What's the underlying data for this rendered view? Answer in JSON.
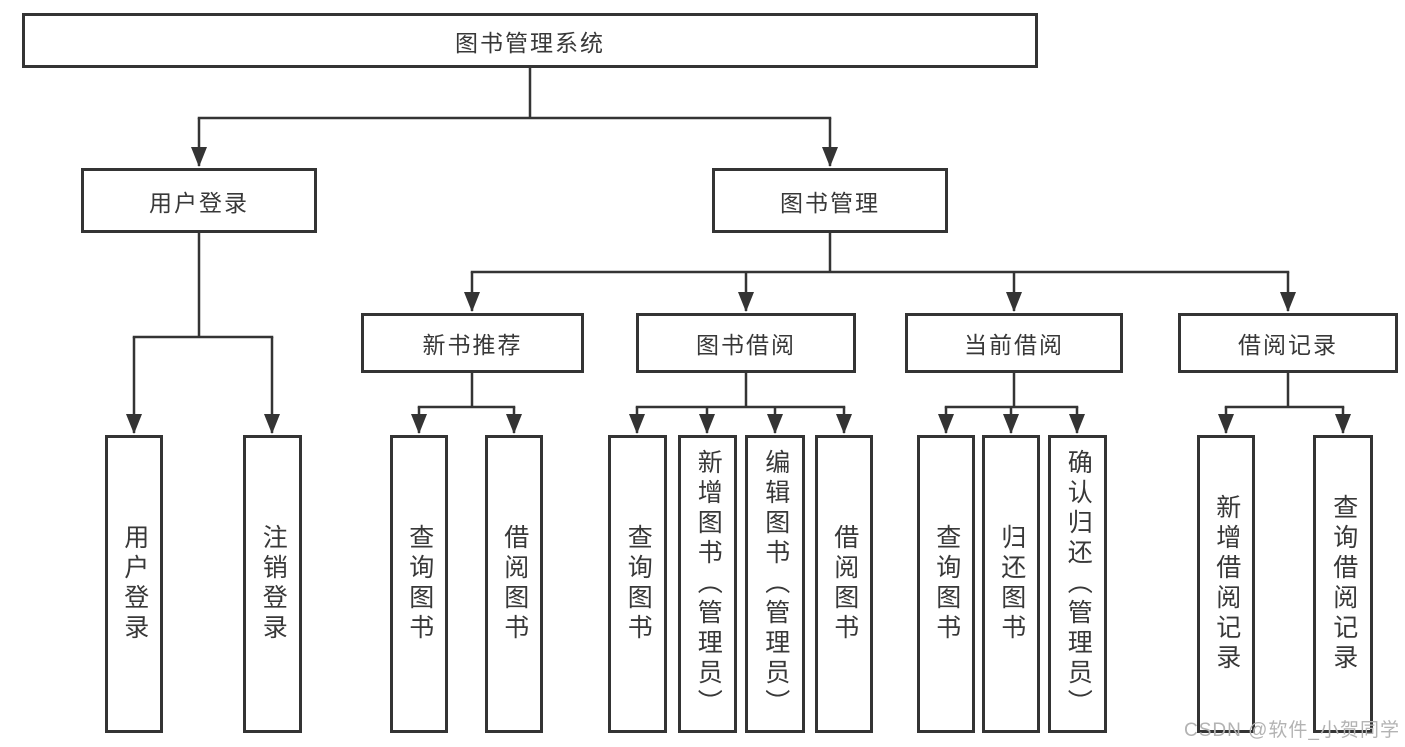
{
  "diagram_type": "hierarchy-tree",
  "tree": {
    "label": "图书管理系统",
    "children": [
      {
        "label": "用户登录",
        "children": [
          {
            "label": "用户登录"
          },
          {
            "label": "注销登录"
          }
        ]
      },
      {
        "label": "图书管理",
        "children": [
          {
            "label": "新书推荐",
            "children": [
              {
                "label": "查询图书"
              },
              {
                "label": "借阅图书"
              }
            ]
          },
          {
            "label": "图书借阅",
            "children": [
              {
                "label": "查询图书"
              },
              {
                "label": "新增图书（管理员）"
              },
              {
                "label": "编辑图书（管理员）"
              },
              {
                "label": "借阅图书"
              }
            ]
          },
          {
            "label": "当前借阅",
            "children": [
              {
                "label": "查询图书"
              },
              {
                "label": "归还图书"
              },
              {
                "label": "确认归还（管理员）"
              }
            ]
          },
          {
            "label": "借阅记录",
            "children": [
              {
                "label": "新增借阅记录"
              },
              {
                "label": "查询借阅记录"
              }
            ]
          }
        ]
      }
    ]
  },
  "watermark": {
    "text": "CSDN @软件_小贺同学"
  },
  "colors": {
    "line": "#343434",
    "box_border": "#343434",
    "text": "#383838",
    "watermark": "#b3b3b3",
    "background": "#ffffff"
  }
}
